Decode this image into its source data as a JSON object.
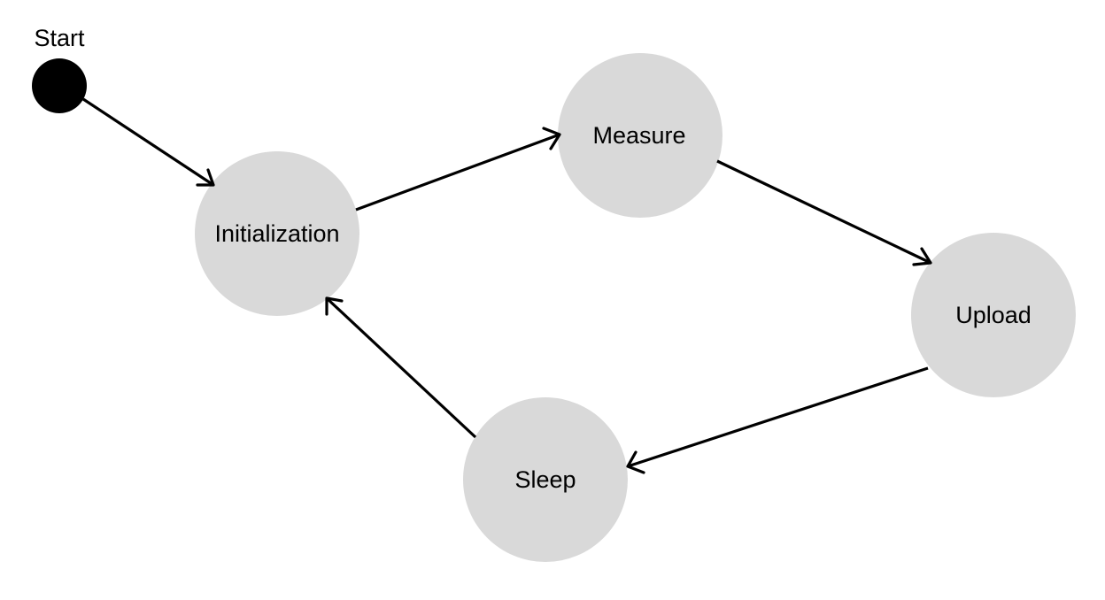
{
  "diagram": {
    "start": {
      "label": "Start",
      "fill": "#000000"
    },
    "states": {
      "initialization": "Initialization",
      "measure": "Measure",
      "upload": "Upload",
      "sleep": "Sleep"
    },
    "state_fill": "#d9d9d9",
    "edges": [
      {
        "from": "Start",
        "to": "Initialization"
      },
      {
        "from": "Initialization",
        "to": "Measure"
      },
      {
        "from": "Measure",
        "to": "Upload"
      },
      {
        "from": "Upload",
        "to": "Sleep"
      },
      {
        "from": "Sleep",
        "to": "Initialization"
      }
    ]
  }
}
